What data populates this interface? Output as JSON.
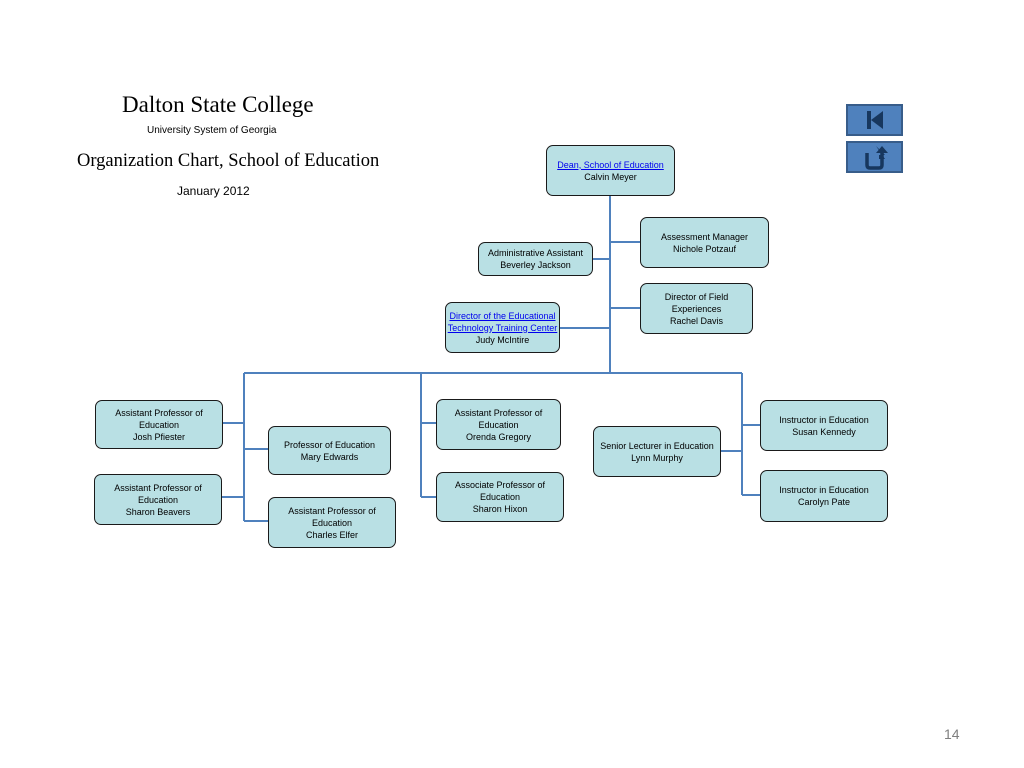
{
  "header": {
    "college": "Dalton State College",
    "system": "University System of Georgia",
    "title": "Organization Chart, School of  Education",
    "date": "January 2012"
  },
  "nodes": {
    "dean": {
      "title": "Dean, School of Education",
      "name": "Calvin Meyer"
    },
    "assessment": {
      "title": "Assessment Manager",
      "name": "Nichole Potzauf"
    },
    "admin": {
      "title": "Administrative Assistant",
      "name": "Beverley Jackson"
    },
    "field": {
      "title": "Director of Field Experiences",
      "name": "Rachel Davis"
    },
    "edtech": {
      "title": "Director of the Educational Technology Training Center",
      "name": "Judy McIntire"
    },
    "pfiester": {
      "title": "Assistant Professor of Education",
      "name": "Josh Pfiester"
    },
    "edwards": {
      "title": "Professor of Education",
      "name": "Mary Edwards"
    },
    "beavers": {
      "title": "Assistant Professor of Education",
      "name": "Sharon Beavers"
    },
    "elfer": {
      "title": "Assistant Professor of Education",
      "name": "Charles Elfer"
    },
    "gregory": {
      "title": "Assistant  Professor of Education",
      "name": "Orenda Gregory"
    },
    "hixon": {
      "title": "Associate Professor of Education",
      "name": "Sharon Hixon"
    },
    "murphy": {
      "title": "Senior Lecturer in Education",
      "name": "Lynn Murphy"
    },
    "kennedy": {
      "title": "Instructor in Education",
      "name": "Susan Kennedy"
    },
    "pate": {
      "title": "Instructor in Education",
      "name": "Carolyn Pate"
    }
  },
  "nav": {
    "first_icon": "skip-to-first-icon",
    "return_icon": "return-arrow-icon",
    "color": "#4f81bd"
  },
  "footer": {
    "page_number": "14"
  }
}
